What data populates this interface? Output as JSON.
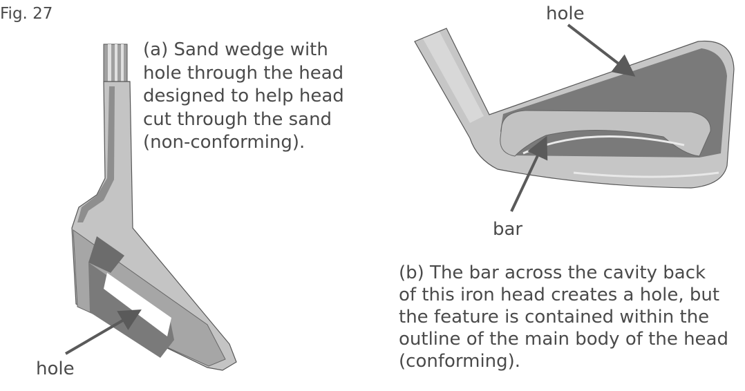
{
  "figure_label": "Fig. 27",
  "panel_a": {
    "caption_lines": [
      "(a) Sand wedge with",
      "hole through the head",
      "designed to help head",
      "cut through the sand",
      "(non-conforming)."
    ],
    "label_hole": "hole"
  },
  "panel_b": {
    "caption_lines": [
      "(b) The bar across the cavity back",
      "of this iron head creates a hole, but",
      "the feature is contained within the",
      "outline of the main body of the head",
      "(conforming)."
    ],
    "label_hole": "hole",
    "label_bar": "bar"
  },
  "colors": {
    "text": "#4a4a4a",
    "metal_light": "#c8c8c8",
    "metal_mid": "#a8a8a8",
    "cavity_dark": "#7a7a7a",
    "arrow": "#5a5a5a"
  }
}
